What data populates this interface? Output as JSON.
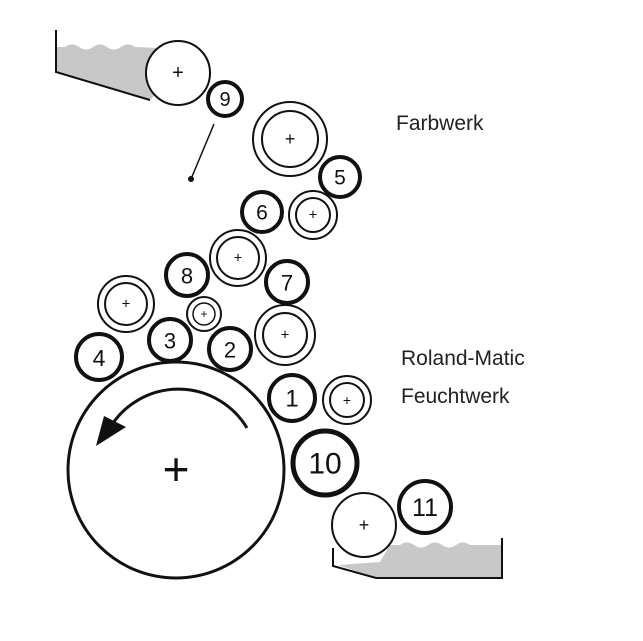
{
  "labels": {
    "inking_unit": "Farbwerk",
    "dampening_unit_line1": "Roland-Matic",
    "dampening_unit_line2": "Feuchtwerk"
  },
  "rollers": {
    "r1": "1",
    "r2": "2",
    "r3": "3",
    "r4": "4",
    "r5": "5",
    "r6": "6",
    "r7": "7",
    "r8": "8",
    "r9": "9",
    "r10": "10",
    "r11": "11"
  },
  "center_mark": "+",
  "colors": {
    "stroke": "#111111",
    "fountain_fill": "#c8c8c8"
  }
}
